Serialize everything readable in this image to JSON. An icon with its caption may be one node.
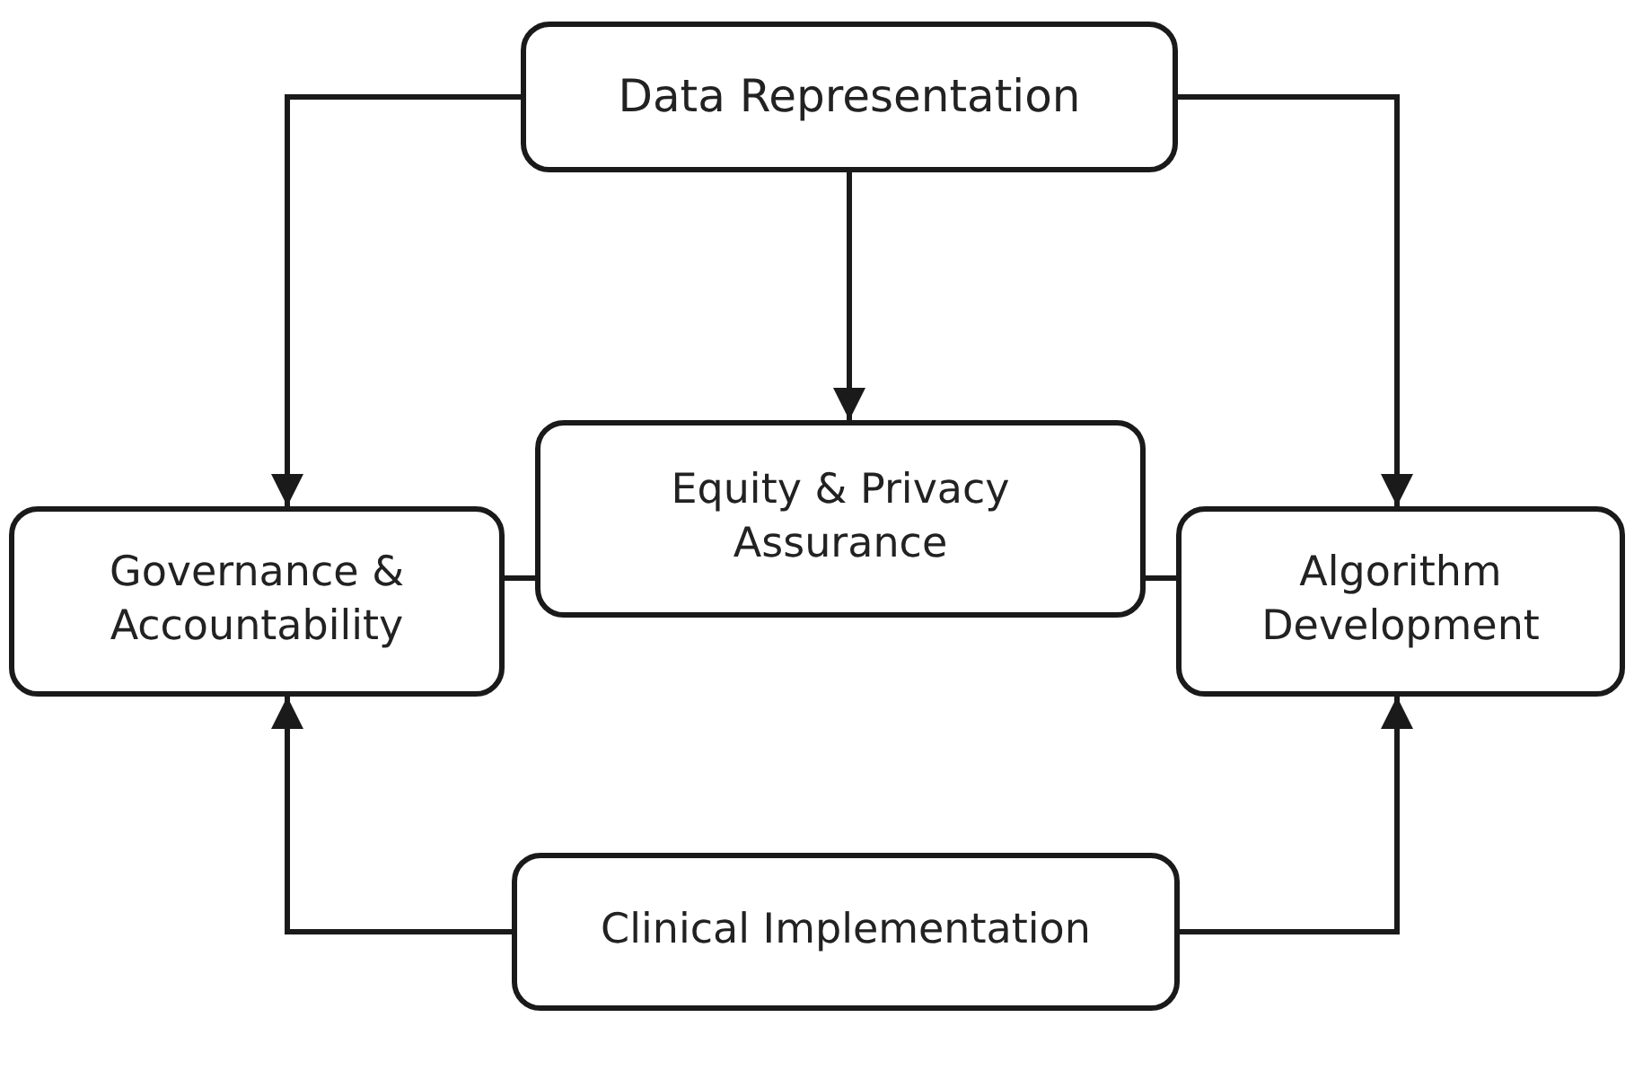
{
  "diagram": {
    "nodes": [
      {
        "text": [
          "Data Representation"
        ]
      },
      {
        "text": [
          "Governance & Accountability"
        ]
      },
      {
        "text": [
          "Equity & Privacy Assurance"
        ]
      },
      {
        "text": [
          "Algorithm Development"
        ]
      },
      {
        "text": [
          "Clinical Implementation"
        ]
      }
    ],
    "edges": [
      {
        "from": 0,
        "to": 1,
        "arrow": "to"
      },
      {
        "from": 0,
        "to": 2,
        "arrow": "to"
      },
      {
        "from": 0,
        "to": 3,
        "arrow": "to"
      },
      {
        "from": 1,
        "to": 2,
        "arrow": "none"
      },
      {
        "from": 2,
        "to": 3,
        "arrow": "none"
      },
      {
        "from": 4,
        "to": 1,
        "arrow": "to"
      },
      {
        "from": 4,
        "to": 3,
        "arrow": "to"
      }
    ]
  }
}
